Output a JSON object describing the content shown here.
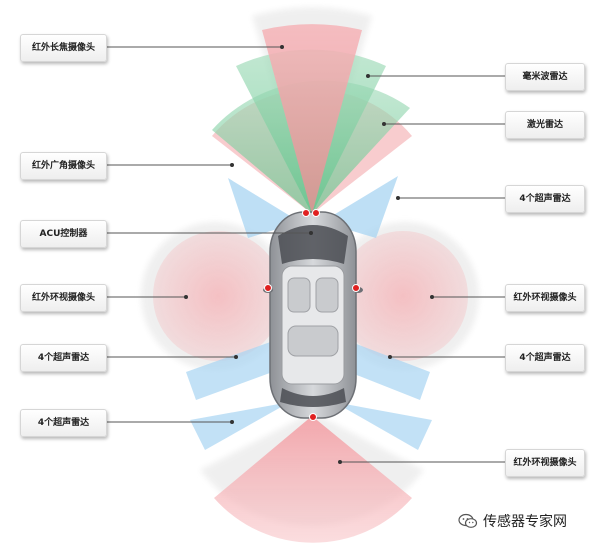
{
  "labels": {
    "infrared_telephoto_camera": "红外长焦摄像头",
    "mmwave_radar": "毫米波雷达",
    "lidar": "激光雷达",
    "infrared_wide_camera": "红外广角摄像头",
    "ultrasonic_radar_right_top": "4个超声雷达",
    "acu_controller": "ACU控制器",
    "infrared_surround_camera_left": "红外环视摄像头",
    "infrared_surround_camera_right": "红外环视摄像头",
    "ultrasonic_radar_left_mid": "4个超声雷达",
    "ultrasonic_radar_right_mid": "4个超声雷达",
    "ultrasonic_radar_left_bottom": "4个超声雷达",
    "infrared_surround_camera_rear": "红外环视摄像头"
  },
  "footer": {
    "icon": "wechat-icon",
    "text": "传感器专家网"
  },
  "colors": {
    "camera_zone": "#f4a9ad",
    "radar_zone": "#8fd4aa",
    "ultrasonic_zone": "#a8d4f2",
    "sensor_dot": "#e02020",
    "car_body": "#bfc1c4"
  }
}
